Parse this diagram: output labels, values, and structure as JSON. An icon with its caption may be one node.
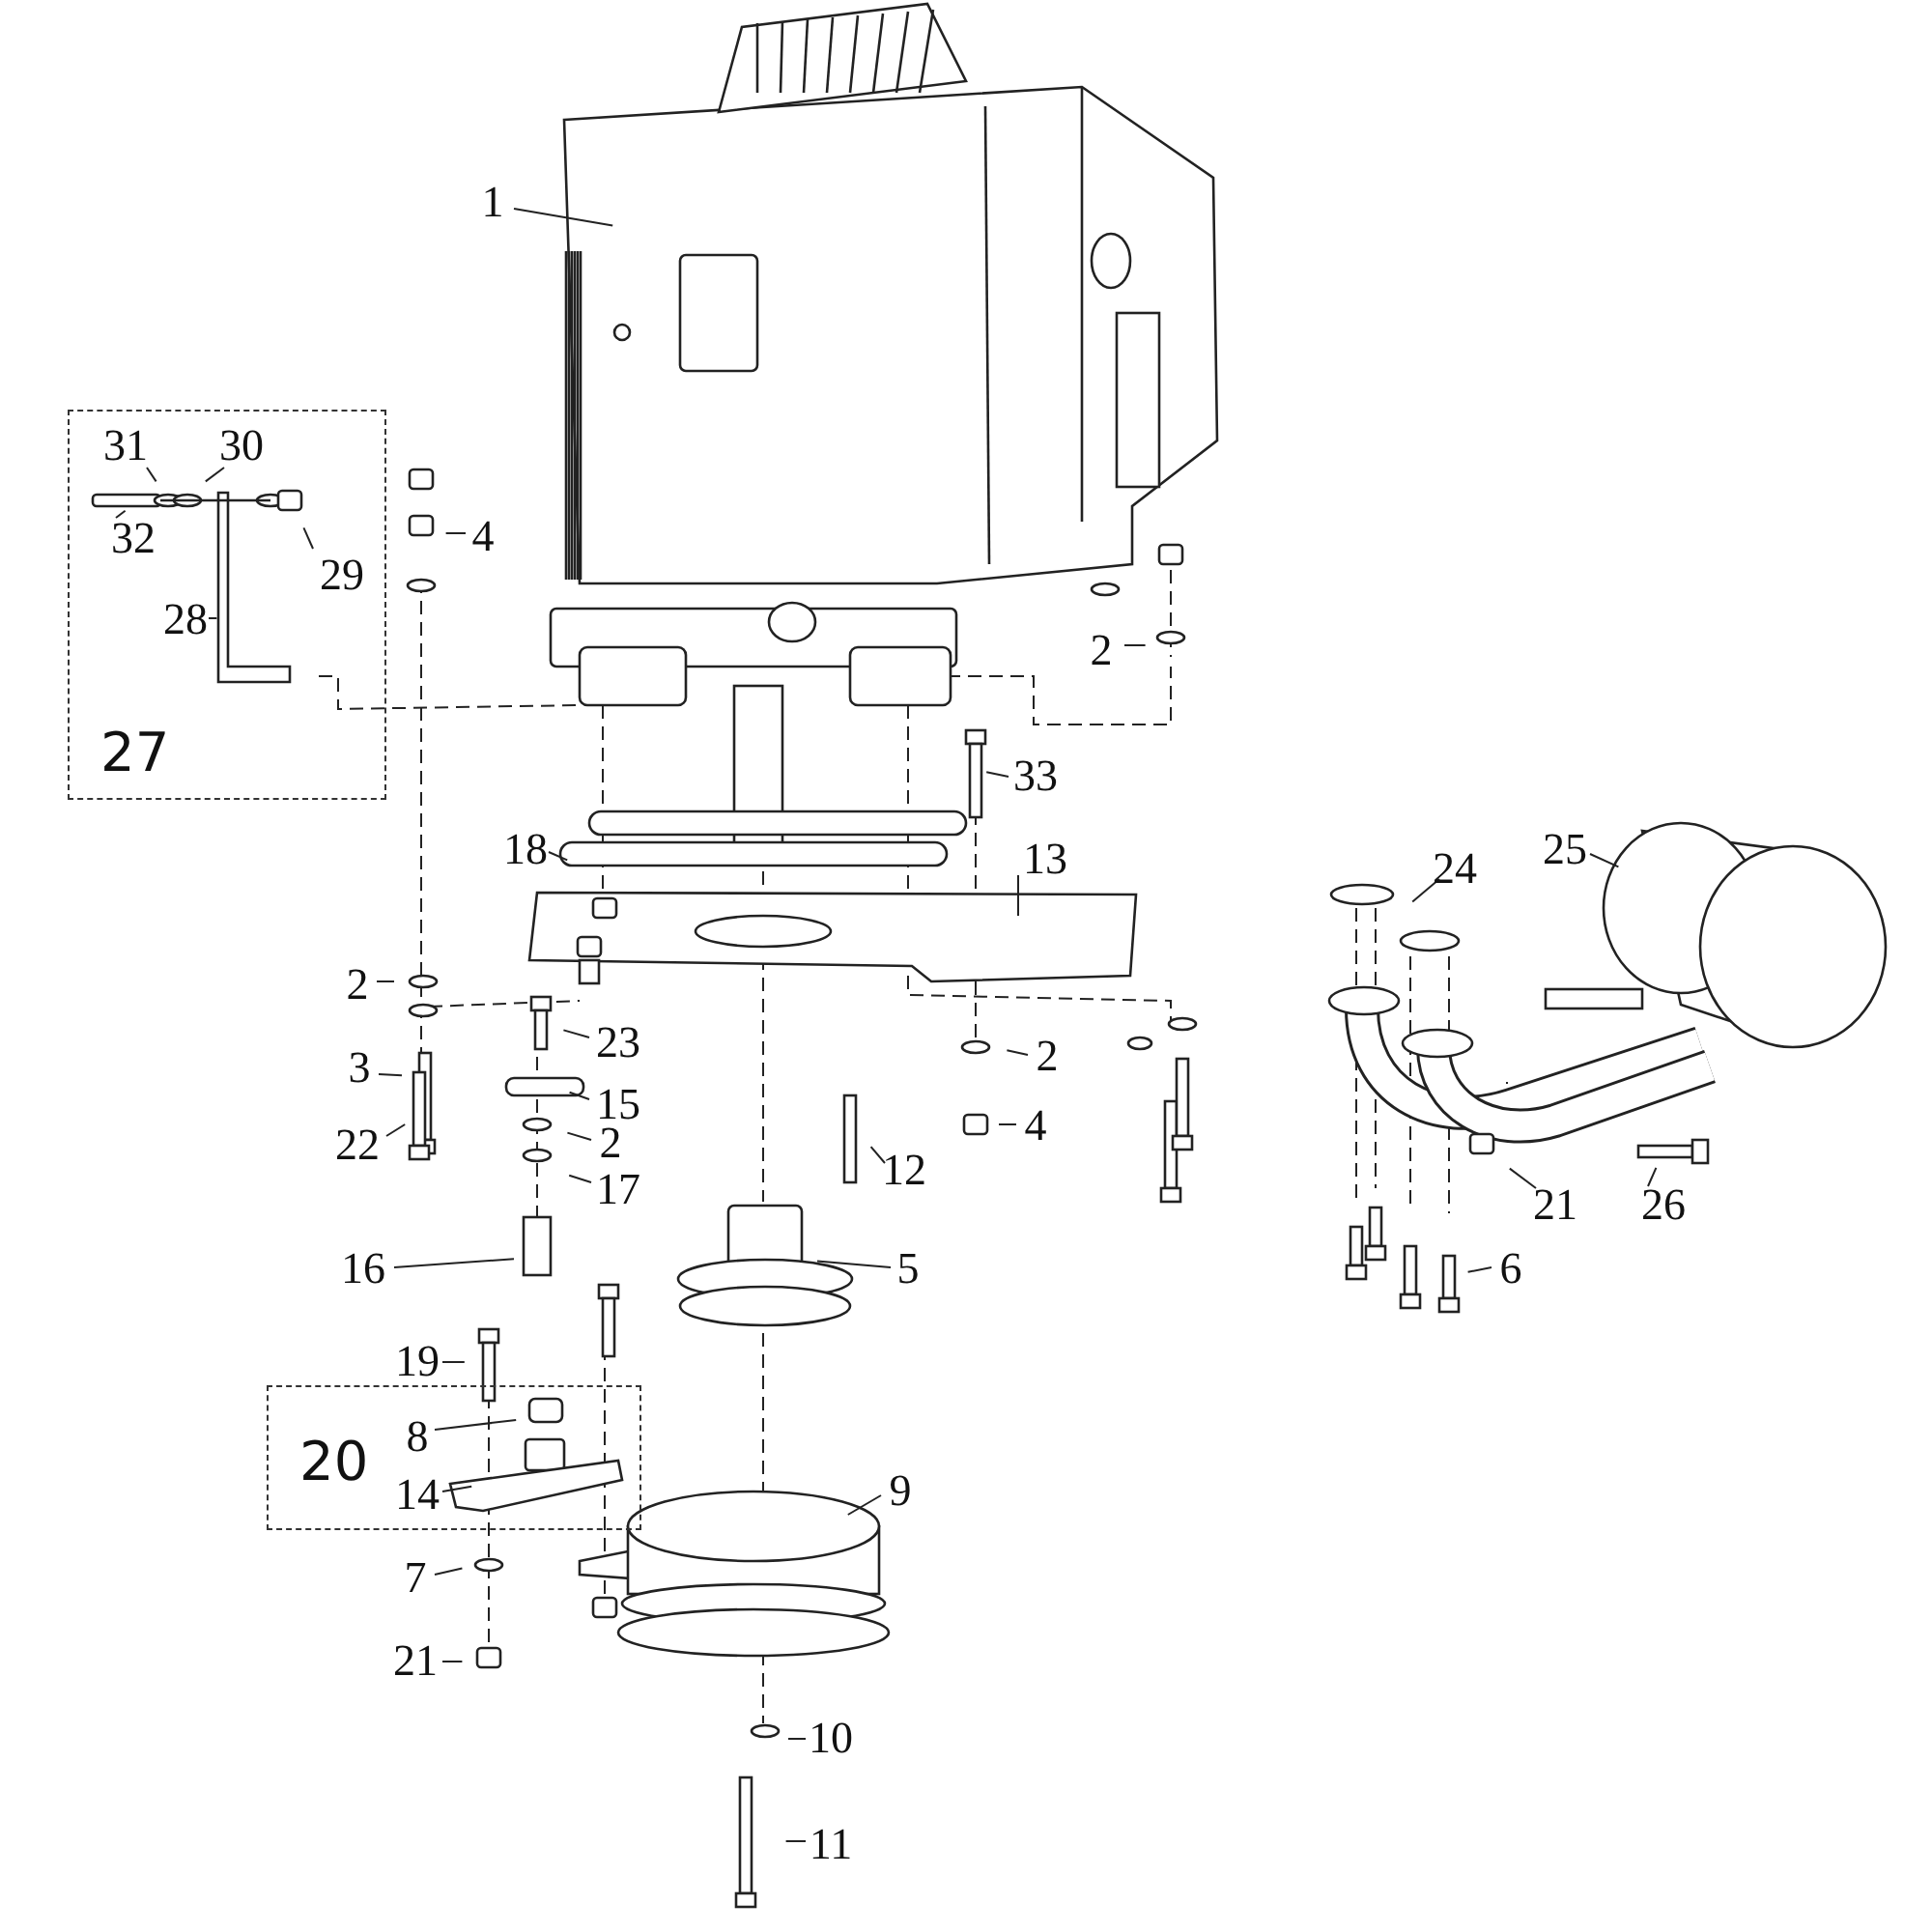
{
  "diagram": {
    "nodes": [
      {
        "text": [
          "1"
        ]
      },
      {
        "text": [
          "27"
        ]
      },
      {
        "text": [
          "31"
        ],
        "in": 1
      },
      {
        "text": [
          "30"
        ],
        "in": 1
      },
      {
        "text": [
          "32"
        ],
        "in": 1
      },
      {
        "text": [
          "29"
        ],
        "in": 1
      },
      {
        "text": [
          "28"
        ],
        "in": 1
      },
      {
        "text": [
          "4"
        ]
      },
      {
        "text": [
          "2"
        ]
      },
      {
        "text": [
          "33"
        ]
      },
      {
        "text": [
          "18"
        ]
      },
      {
        "text": [
          "13"
        ]
      },
      {
        "text": [
          "2"
        ]
      },
      {
        "text": [
          "23"
        ]
      },
      {
        "text": [
          "3"
        ]
      },
      {
        "text": [
          "2"
        ]
      },
      {
        "text": [
          "15"
        ]
      },
      {
        "text": [
          "2"
        ]
      },
      {
        "text": [
          "22"
        ]
      },
      {
        "text": [
          "4"
        ]
      },
      {
        "text": [
          "17"
        ]
      },
      {
        "text": [
          "12"
        ]
      },
      {
        "text": [
          "16"
        ]
      },
      {
        "text": [
          "5"
        ]
      },
      {
        "text": [
          "19"
        ]
      },
      {
        "text": [
          "20"
        ]
      },
      {
        "text": [
          "8"
        ],
        "in": 25
      },
      {
        "text": [
          "14"
        ],
        "in": 25
      },
      {
        "text": [
          "9"
        ]
      },
      {
        "text": [
          "7"
        ]
      },
      {
        "text": [
          "21"
        ]
      },
      {
        "text": [
          "10"
        ]
      },
      {
        "text": [
          "11"
        ]
      },
      {
        "text": [
          "24"
        ]
      },
      {
        "text": [
          "25"
        ]
      },
      {
        "text": [
          "21"
        ]
      },
      {
        "text": [
          "26"
        ]
      },
      {
        "text": [
          "6"
        ]
      }
    ],
    "edges": [
      {
        "from": 0,
        "to": null,
        "arrow": "none"
      },
      {
        "from": 2,
        "to": null,
        "arrow": "none"
      },
      {
        "from": 3,
        "to": null,
        "arrow": "none"
      },
      {
        "from": 4,
        "to": null,
        "arrow": "none"
      },
      {
        "from": 5,
        "to": null,
        "arrow": "none"
      },
      {
        "from": 6,
        "to": null,
        "arrow": "none"
      },
      {
        "from": 7,
        "to": null,
        "arrow": "none"
      },
      {
        "from": 8,
        "to": null,
        "arrow": "none"
      },
      {
        "from": 9,
        "to": null,
        "arrow": "none"
      },
      {
        "from": 10,
        "to": null,
        "arrow": "none"
      },
      {
        "from": 11,
        "to": null,
        "arrow": "none"
      },
      {
        "from": 12,
        "to": null,
        "arrow": "none"
      },
      {
        "from": 13,
        "to": null,
        "arrow": "none"
      },
      {
        "from": 14,
        "to": null,
        "arrow": "none"
      },
      {
        "from": 15,
        "to": null,
        "arrow": "none"
      },
      {
        "from": 16,
        "to": null,
        "arrow": "none"
      },
      {
        "from": 17,
        "to": null,
        "arrow": "none"
      },
      {
        "from": 18,
        "to": null,
        "arrow": "none"
      },
      {
        "from": 19,
        "to": null,
        "arrow": "none"
      },
      {
        "from": 20,
        "to": null,
        "arrow": "none"
      },
      {
        "from": 21,
        "to": null,
        "arrow": "none"
      },
      {
        "from": 22,
        "to": null,
        "arrow": "none"
      },
      {
        "from": 23,
        "to": null,
        "arrow": "none"
      },
      {
        "from": 24,
        "to": null,
        "arrow": "none"
      },
      {
        "from": 26,
        "to": null,
        "arrow": "none"
      },
      {
        "from": 27,
        "to": null,
        "arrow": "none"
      },
      {
        "from": 28,
        "to": null,
        "arrow": "none"
      },
      {
        "from": 29,
        "to": null,
        "arrow": "none"
      },
      {
        "from": 30,
        "to": null,
        "arrow": "none"
      },
      {
        "from": 31,
        "to": null,
        "arrow": "none"
      },
      {
        "from": 32,
        "to": null,
        "arrow": "none"
      },
      {
        "from": 33,
        "to": null,
        "arrow": "none"
      },
      {
        "from": 34,
        "to": null,
        "arrow": "none"
      },
      {
        "from": 35,
        "to": null,
        "arrow": "none"
      },
      {
        "from": 36,
        "to": null,
        "arrow": "none"
      },
      {
        "from": 37,
        "to": null,
        "arrow": "none"
      }
    ]
  }
}
